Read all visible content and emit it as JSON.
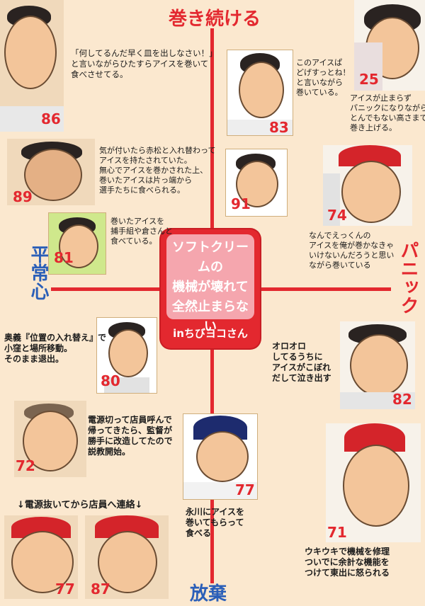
{
  "axes": {
    "top": "巻き続ける",
    "bottom": "放棄",
    "left": "平常心",
    "right": "パニック"
  },
  "center": {
    "title_line1": "ソフトクリームの",
    "title_line2": "機械が壊れて",
    "title_line3": "全然止まらない",
    "subtitle": "inちびヨコさん"
  },
  "colors": {
    "axis": "#e3282f",
    "background": "#fbe8cf",
    "left_label": "#2b5fb8"
  },
  "panels": [
    {
      "number": "86",
      "caption": "「何してるんだ早く皿を出しなさい！」\nと言いながらひたすらアイスを巻いて\n食べさせてる。"
    },
    {
      "number": "25",
      "caption": "アイスが止まらず\nパニックになりながら\nとんでもない高さまで\n巻き上げる。"
    },
    {
      "number": "83",
      "caption": "このアイスぱ\nどげすっとね！\nと言いながら\n巻いている。"
    },
    {
      "number": "89",
      "caption": "気が付いたら赤松と入れ替わって\nアイスを持たされていた。\n無心でアイスを巻かされた上、\n巻いたアイスは片っ端から\n選手たちに食べられる。"
    },
    {
      "number": "91",
      "caption": ""
    },
    {
      "number": "74",
      "caption": "なんでえっくんの\nアイスを俺が巻かなきゃ\nいけないんだろうと思い\nながら巻いている"
    },
    {
      "number": "81",
      "caption": "巻いたアイスを\n捕手組や倉さんと\n食べている。"
    },
    {
      "number": "80",
      "caption": "奥義『位置の入れ替え』で\n小窪と場所移動。\nそのまま退出。"
    },
    {
      "number": "82",
      "caption": "オロオロ\nしてるうちに\nアイスがこぼれ\nだして泣き出す"
    },
    {
      "number": "72",
      "caption": "電源切って店員呼んで\n帰ってきたら、監督が\n勝手に改造してたので\n説教開始。"
    },
    {
      "number": "77",
      "caption": "永川にアイスを\n巻いてもらって\n食べる"
    },
    {
      "number": "71",
      "caption": "ウキウキで機械を修理\nついでに余計な機能を\nつけて東出に怒られる"
    },
    {
      "number": "77",
      "caption": ""
    },
    {
      "number": "87",
      "caption": ""
    }
  ],
  "footer_note": "↓電源抜いてから店員へ連絡↓"
}
